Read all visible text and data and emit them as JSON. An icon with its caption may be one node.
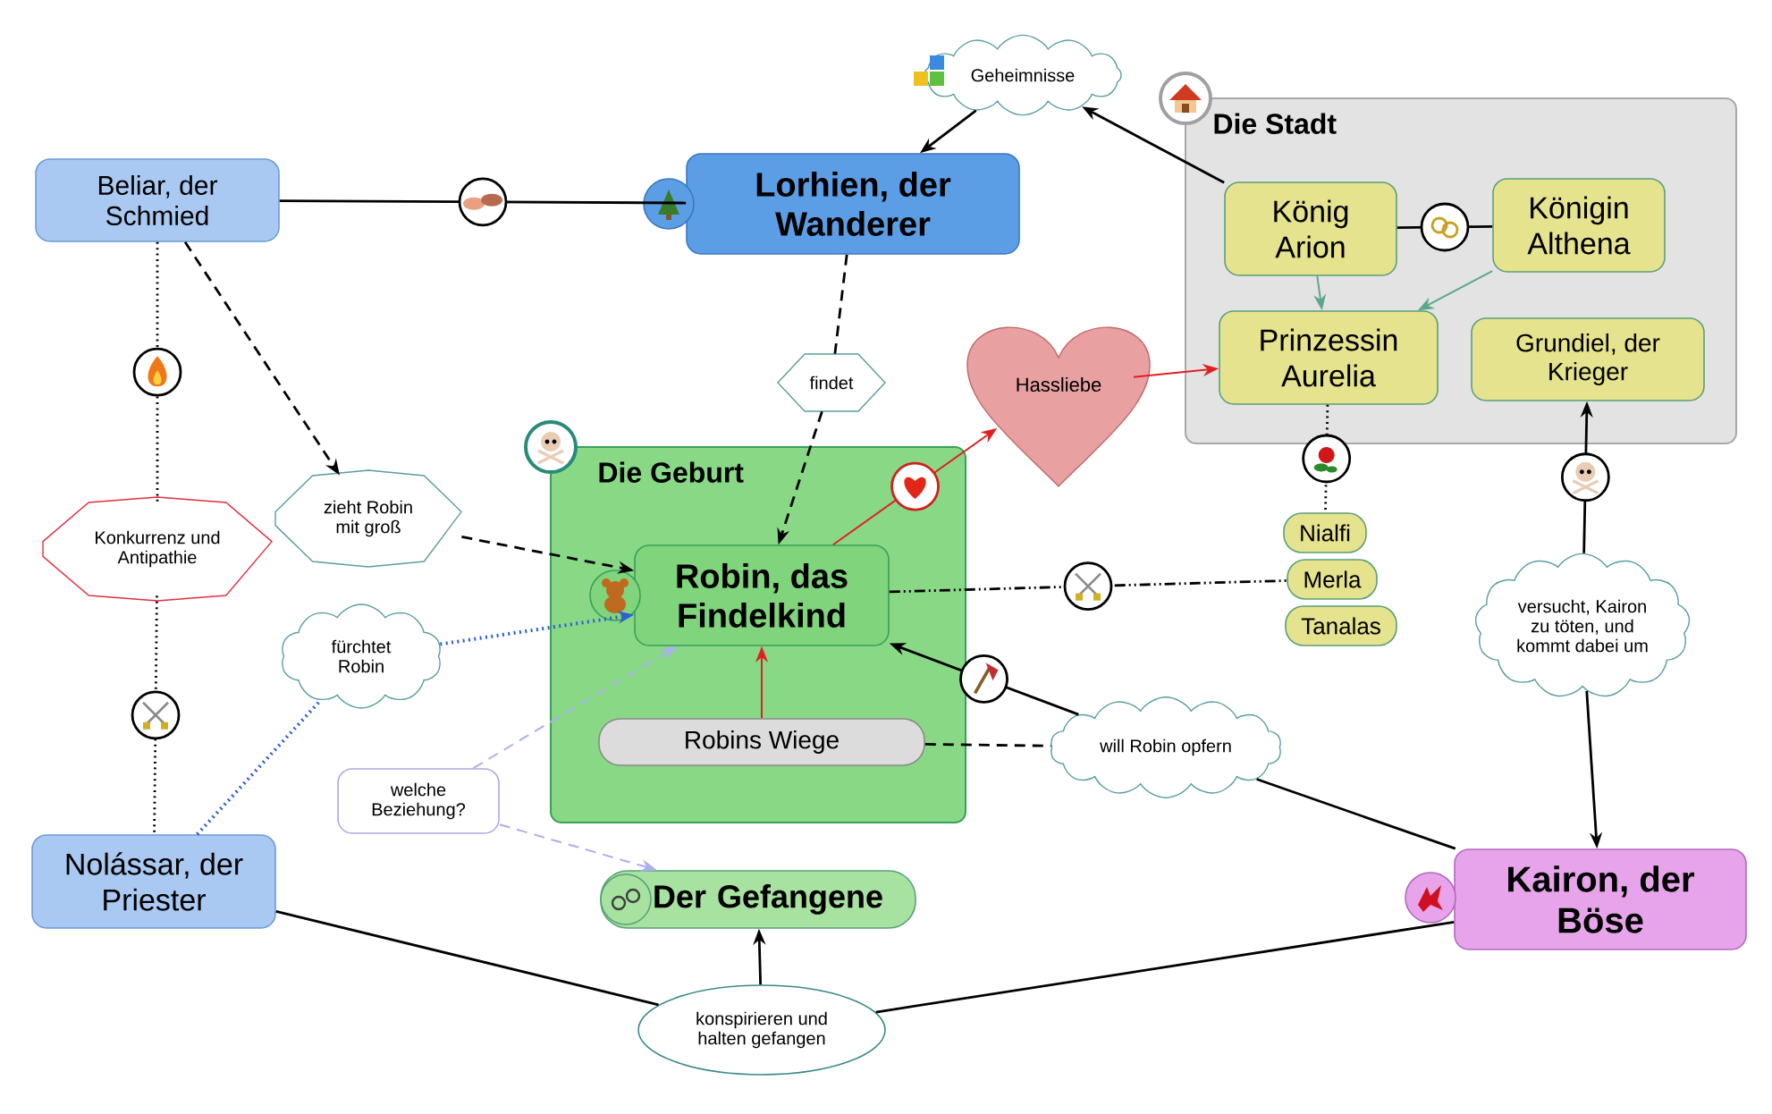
{
  "diagram": {
    "nodes": [
      {
        "text": [
          "Geheimnisse"
        ]
      },
      {
        "text": [
          "Beliar, der Schmied"
        ]
      },
      {
        "text": [
          "Lorhien, der Wanderer"
        ]
      },
      {
        "text": [
          "Die Stadt"
        ]
      },
      {
        "text": [
          "König Arion"
        ],
        "in": 3
      },
      {
        "text": [
          "Königin Althena"
        ],
        "in": 3
      },
      {
        "text": [
          "Prinzessin Aurelia"
        ],
        "in": 3
      },
      {
        "text": [
          "Grundiel, der Krieger"
        ],
        "in": 3
      },
      {
        "text": [
          "Hassliebe"
        ]
      },
      {
        "text": [
          "findet"
        ]
      },
      {
        "text": [
          "Die Geburt"
        ]
      },
      {
        "text": [
          "zieht Robin mit groß"
        ]
      },
      {
        "text": [
          "Konkurrenz und Antipathie"
        ]
      },
      {
        "text": [
          "Robin, das Findelkind"
        ],
        "in": 10
      },
      {
        "text": [
          "Nialfi"
        ]
      },
      {
        "text": [
          "Merla"
        ]
      },
      {
        "text": [
          "Tanalas"
        ]
      },
      {
        "text": [
          "fürchtet Robin"
        ]
      },
      {
        "text": [
          "versucht, Kairon zu töten, und kommt dabei um"
        ]
      },
      {
        "text": [
          "Robins Wiege"
        ],
        "in": 10
      },
      {
        "text": [
          "will Robin opfern"
        ]
      },
      {
        "text": [
          "welche Beziehung?"
        ]
      },
      {
        "text": [
          "Nolássar, der Priester"
        ]
      },
      {
        "text": [
          "Der Gefangene"
        ]
      },
      {
        "text": [
          "Kairon, der Böse"
        ]
      },
      {
        "text": [
          "konspirieren und halten gefangen"
        ]
      }
    ],
    "edges": [
      {
        "from": 0,
        "to": 2,
        "arrow": "to"
      },
      {
        "from": 4,
        "to": 0,
        "arrow": "to"
      },
      {
        "from": 1,
        "to": 2,
        "arrow": "none"
      },
      {
        "from": 4,
        "to": 5,
        "arrow": "none"
      },
      {
        "from": 4,
        "to": 6,
        "arrow": "to",
        "color": "#5aa88a"
      },
      {
        "from": 5,
        "to": 6,
        "arrow": "to",
        "color": "#5aa88a"
      },
      {
        "from": 2,
        "to": 9,
        "arrow": "none",
        "style": "dashed"
      },
      {
        "from": 9,
        "to": 13,
        "arrow": "to",
        "style": "dashed"
      },
      {
        "from": 13,
        "to": 8,
        "arrow": "to",
        "color": "#e02020"
      },
      {
        "from": 8,
        "to": 6,
        "arrow": "to",
        "color": "#e02020"
      },
      {
        "from": 1,
        "to": 11,
        "arrow": "to",
        "style": "dashed"
      },
      {
        "from": 11,
        "to": 13,
        "arrow": "to",
        "style": "dashed"
      },
      {
        "from": 1,
        "to": 12,
        "arrow": "none",
        "style": "dashed"
      },
      {
        "from": 12,
        "to": 22,
        "arrow": "none",
        "style": "dashed"
      },
      {
        "from": 6,
        "to": 14,
        "arrow": "none",
        "style": "dashed"
      },
      {
        "from": 13,
        "to": 15,
        "arrow": "none",
        "style": "dashed"
      },
      {
        "from": 17,
        "to": 13,
        "arrow": "to",
        "style": "dashed",
        "color": "#2f5fd0"
      },
      {
        "from": 22,
        "to": 17,
        "arrow": "none",
        "style": "dashed",
        "color": "#2f5fd0"
      },
      {
        "from": 19,
        "to": 13,
        "arrow": "to",
        "color": "#e02020"
      },
      {
        "from": 20,
        "to": 13,
        "arrow": "to"
      },
      {
        "from": 19,
        "to": 20,
        "arrow": "none",
        "style": "dashed"
      },
      {
        "from": 24,
        "to": 20,
        "arrow": "none"
      },
      {
        "from": 18,
        "to": 7,
        "arrow": "to"
      },
      {
        "from": 18,
        "to": 24,
        "arrow": "to"
      },
      {
        "from": 21,
        "to": 13,
        "arrow": "to",
        "style": "dashed",
        "color": "#aab0f0"
      },
      {
        "from": 21,
        "to": 23,
        "arrow": "to",
        "style": "dashed",
        "color": "#aab0f0"
      },
      {
        "from": 22,
        "to": 25,
        "arrow": "none"
      },
      {
        "from": 24,
        "to": 25,
        "arrow": "none"
      },
      {
        "from": 25,
        "to": 23,
        "arrow": "to"
      }
    ]
  }
}
